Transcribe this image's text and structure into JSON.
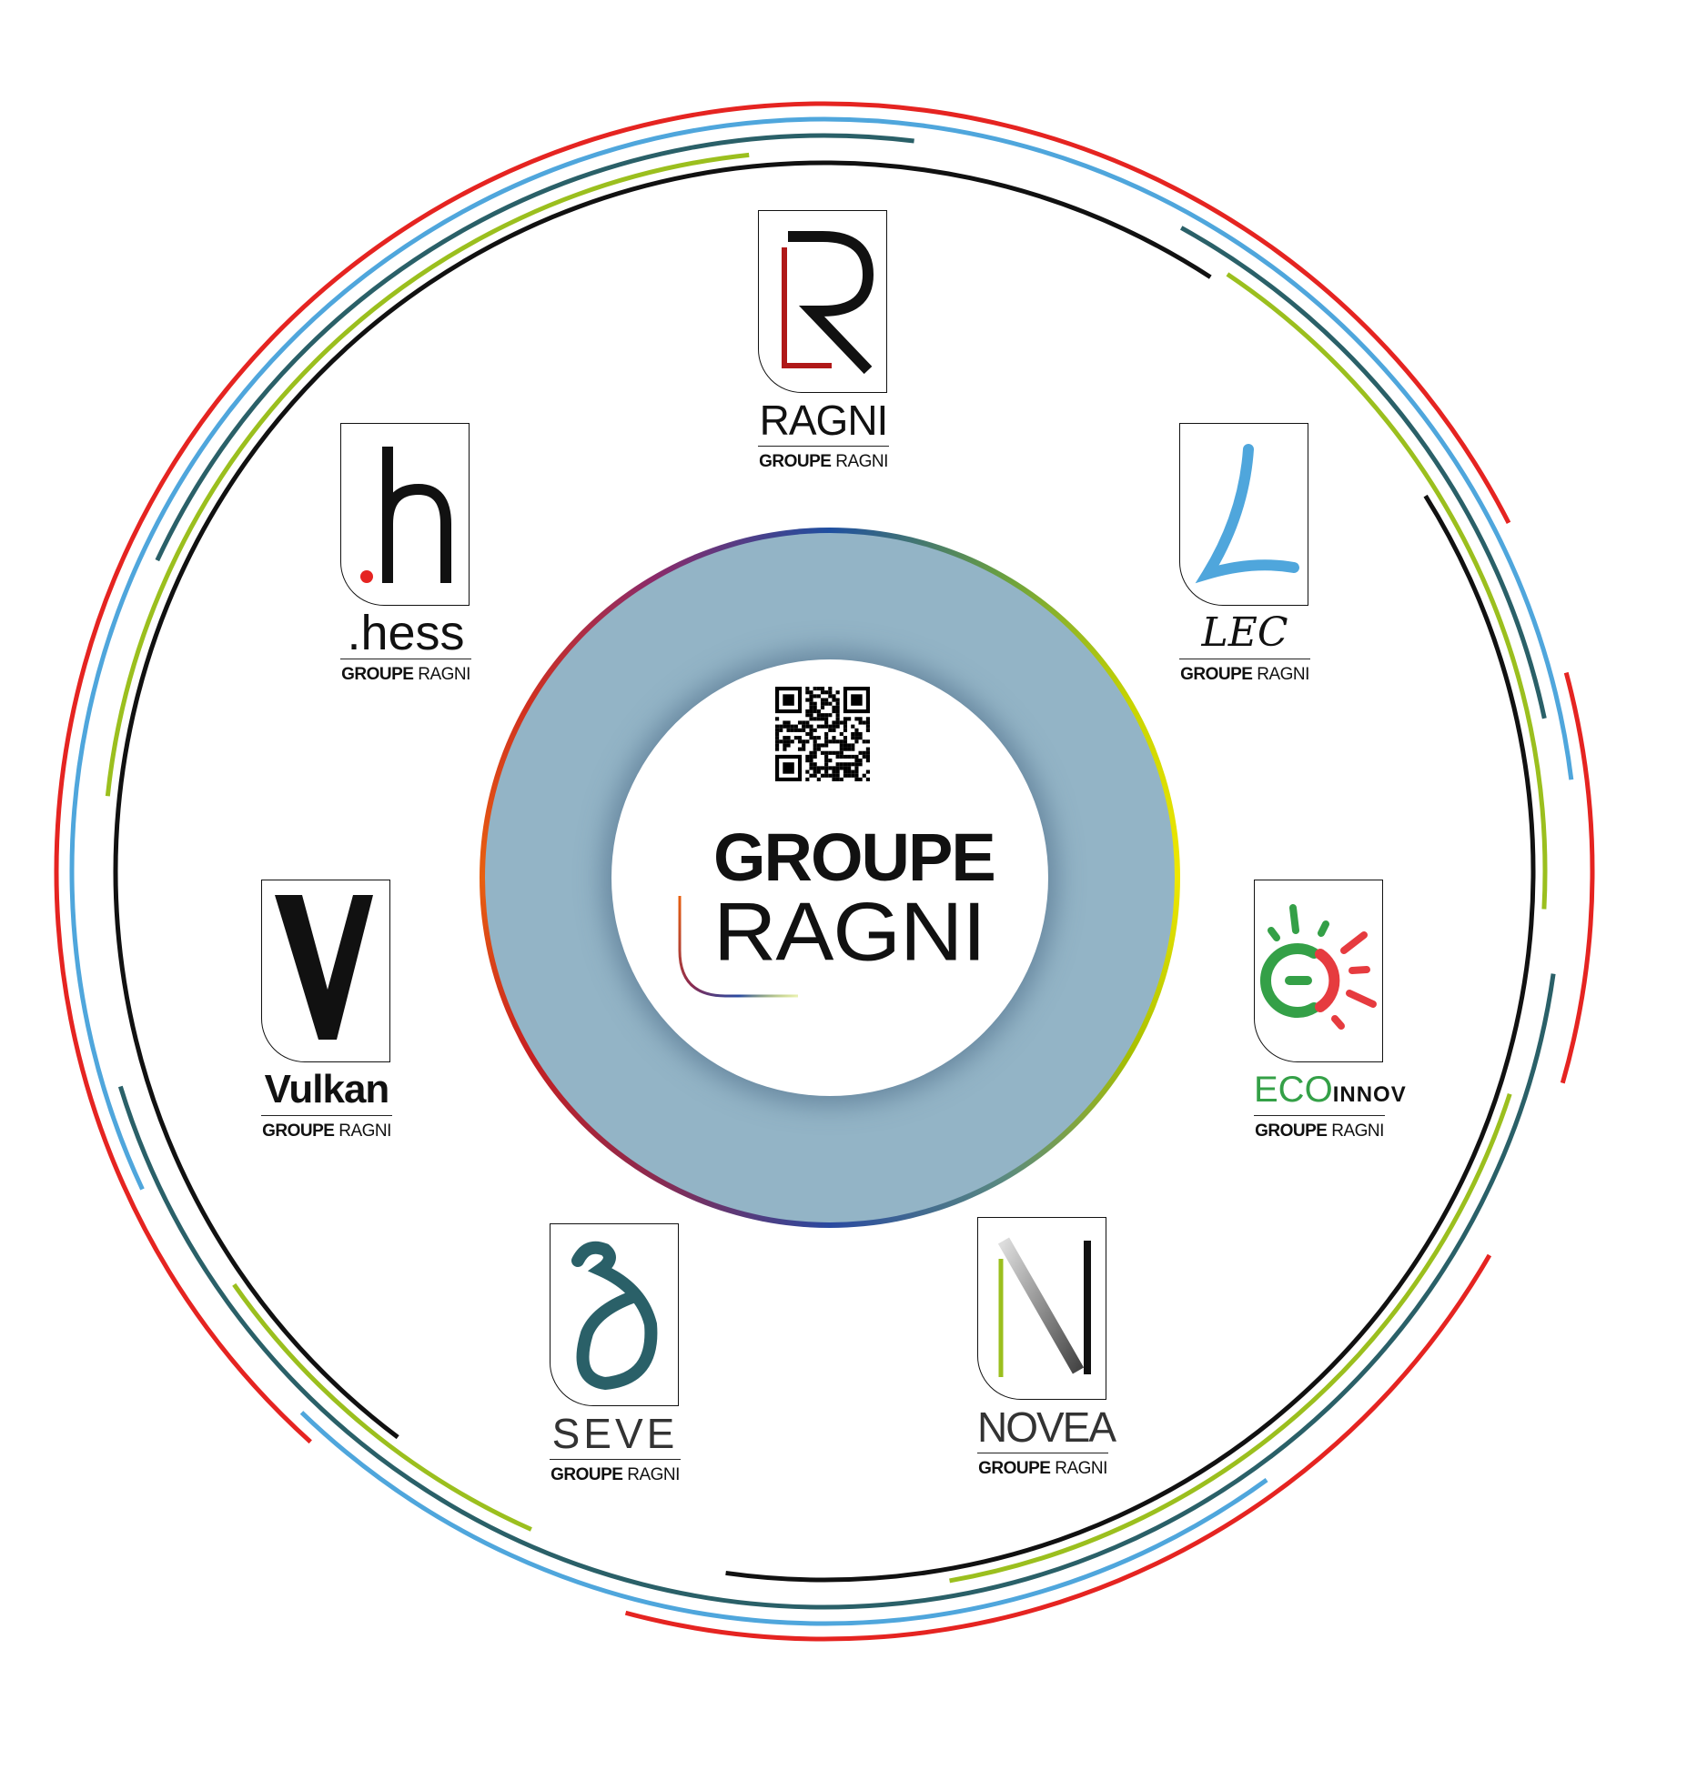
{
  "center": {
    "title_bold": "GROUPE",
    "title_thin": "RAGNI"
  },
  "tagline": {
    "bold": "GROUPE",
    "thin": "RAGNI"
  },
  "logos": [
    {
      "id": "ragni",
      "name": "RAGNI"
    },
    {
      "id": "hess",
      "name": ".hess"
    },
    {
      "id": "lec",
      "name": "LEC"
    },
    {
      "id": "vulkan",
      "name": "Vulkan"
    },
    {
      "id": "ecoinnov",
      "name_a": "ECO",
      "name_b": "INNOV"
    },
    {
      "id": "seve",
      "name": "SEVE"
    },
    {
      "id": "novea",
      "name": "NOVEA"
    }
  ],
  "colors": {
    "red": "#e52421",
    "blue": "#4fa6dc",
    "teal": "#2a6068",
    "green": "#9bbf1e",
    "black": "#111111",
    "ring": "#93b4c6"
  }
}
